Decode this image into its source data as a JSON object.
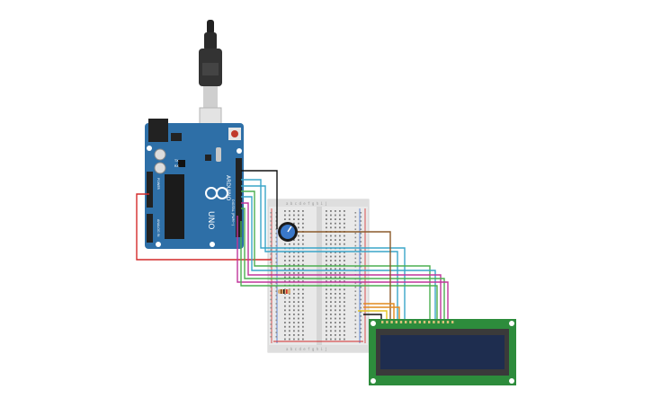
{
  "arduino": {
    "brand": "ARDUINO",
    "model": "UNO",
    "digital_header_label": "DIGITAL (PWM~)",
    "power_header_label": "POWER",
    "analog_header_label": "ANALOG IN",
    "tx_label": "TX",
    "rx_label": "RX",
    "board_color": "#2e6fa7"
  },
  "breadboard": {
    "row_letters_top": "a b c d e   f g h i j",
    "row_letters_bottom": "a b c d e   f g h i j"
  },
  "lcd": {
    "board_color": "#2d8c3c",
    "screen_color": "#1e2d4f"
  },
  "wire_colors": {
    "black": "#111111",
    "red": "#d42a2a",
    "teal": "#3aa6c9",
    "green": "#4caf50",
    "magenta": "#c0359b",
    "orange": "#e08a1e",
    "brown": "#8b5a2b",
    "yellow": "#e6c420"
  }
}
